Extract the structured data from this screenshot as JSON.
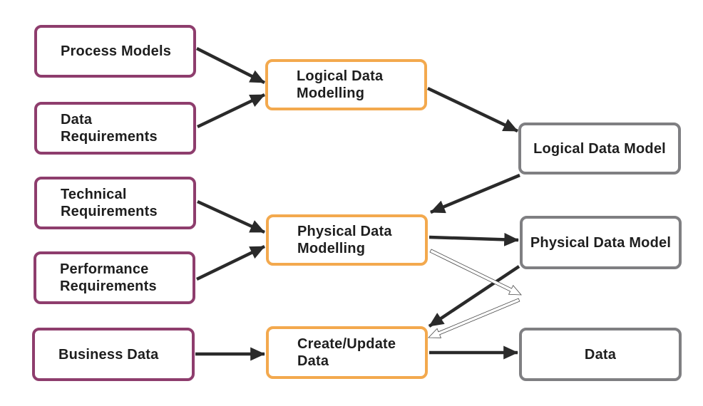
{
  "diagram": {
    "description": "Data modelling process flow diagram",
    "colors": {
      "input_box_border": "#8e3d6d",
      "process_box_border": "#f3a94e",
      "artifact_box_border": "#7f7f82",
      "arrow": "#2a2a2a",
      "text": "#1e1e1e",
      "background": "#ffffff"
    },
    "nodes": [
      {
        "id": "process-models",
        "label": "Process Models",
        "lines": [
          "Process Models"
        ],
        "kind": "input"
      },
      {
        "id": "data-requirements",
        "label": "Data Requirements",
        "lines": [
          "Data",
          "Requirements"
        ],
        "kind": "input"
      },
      {
        "id": "technical-requirements",
        "label": "Technical Requirements",
        "lines": [
          "Technical",
          "Requirements"
        ],
        "kind": "input"
      },
      {
        "id": "performance-requirements",
        "label": "Performance Requirements",
        "lines": [
          "Performance",
          "Requirements"
        ],
        "kind": "input"
      },
      {
        "id": "business-data",
        "label": "Business Data",
        "lines": [
          "Business Data"
        ],
        "kind": "input"
      },
      {
        "id": "logical-data-modelling",
        "label": "Logical Data Modelling",
        "lines": [
          "Logical Data",
          "Modelling"
        ],
        "kind": "process"
      },
      {
        "id": "physical-data-modelling",
        "label": "Physical Data Modelling",
        "lines": [
          "Physical Data",
          "Modelling"
        ],
        "kind": "process"
      },
      {
        "id": "create-update-data",
        "label": "Create/Update Data",
        "lines": [
          "Create/Update",
          "Data"
        ],
        "kind": "process"
      },
      {
        "id": "logical-data-model",
        "label": "Logical Data Model",
        "lines": [
          "Logical Data Model"
        ],
        "kind": "artifact"
      },
      {
        "id": "physical-data-model",
        "label": "Physical Data Model",
        "lines": [
          "Physical Data Model"
        ],
        "kind": "artifact"
      },
      {
        "id": "data",
        "label": "Data",
        "lines": [
          "Data"
        ],
        "kind": "artifact"
      }
    ],
    "edges": [
      {
        "from": "process-models",
        "to": "logical-data-modelling",
        "style": "solid"
      },
      {
        "from": "data-requirements",
        "to": "logical-data-modelling",
        "style": "solid"
      },
      {
        "from": "logical-data-modelling",
        "to": "logical-data-model",
        "style": "solid"
      },
      {
        "from": "logical-data-model",
        "to": "physical-data-modelling",
        "style": "solid"
      },
      {
        "from": "technical-requirements",
        "to": "physical-data-modelling",
        "style": "solid"
      },
      {
        "from": "performance-requirements",
        "to": "physical-data-modelling",
        "style": "solid"
      },
      {
        "from": "physical-data-modelling",
        "to": "physical-data-model",
        "style": "solid"
      },
      {
        "from": "physical-data-model",
        "to": "create-update-data",
        "style": "solid"
      },
      {
        "from": "business-data",
        "to": "create-update-data",
        "style": "solid"
      },
      {
        "from": "create-update-data",
        "to": "data",
        "style": "solid"
      },
      {
        "from": "physical-data-modelling",
        "to": "physical-data-model",
        "style": "hollow-outline"
      },
      {
        "from": "physical-data-model",
        "to": "create-update-data",
        "style": "hollow-outline"
      }
    ]
  }
}
